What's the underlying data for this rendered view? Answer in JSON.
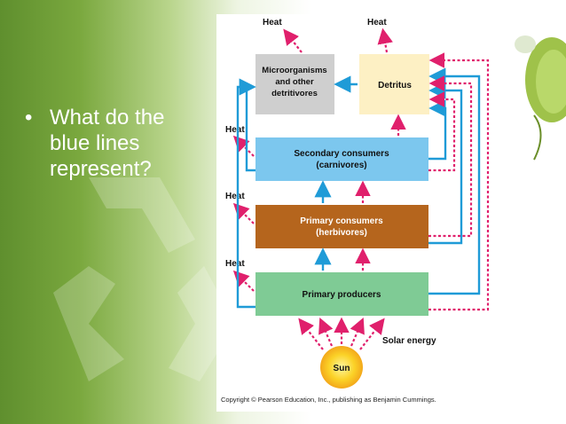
{
  "slide": {
    "bullet_symbol": "•",
    "bullet_text": "What do the blue lines represent?"
  },
  "diagram": {
    "heat_labels": [
      "Heat",
      "Heat",
      "Heat",
      "Heat",
      "Heat"
    ],
    "boxes": {
      "microorganisms_line1": "Microorganisms",
      "microorganisms_line2": "and other",
      "microorganisms_line3": "detritivores",
      "detritus": "Detritus",
      "secondary_line1": "Secondary consumers",
      "secondary_line2": "(carnivores)",
      "primary_consumers_line1": "Primary consumers",
      "primary_consumers_line2": "(herbivores)",
      "primary_producers": "Primary producers"
    },
    "solar_energy": "Solar energy",
    "sun": "Sun",
    "copyright": "Copyright © Pearson Education, Inc., publishing as Benjamin Cummings.",
    "colors": {
      "blue_arrow": "#1f9bd7",
      "pink_arrow": "#e0206c",
      "microorganisms_box": "#cfcfcf",
      "detritus_box": "#fdf0c4",
      "secondary_box": "#7cc7ee",
      "primary_consumers_box": "#b5651d",
      "primary_producers_box": "#7fcb95"
    }
  }
}
